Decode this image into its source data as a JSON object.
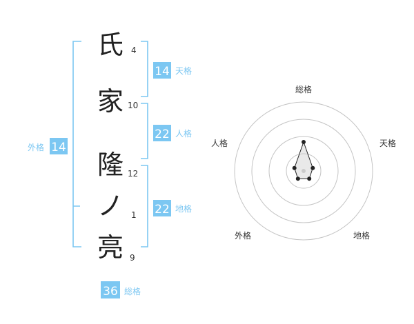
{
  "name": {
    "characters": [
      {
        "char": "氏",
        "strokes": "4"
      },
      {
        "char": "家",
        "strokes": "10"
      },
      {
        "char": "隆",
        "strokes": "12"
      },
      {
        "char": "ノ",
        "strokes": "1"
      },
      {
        "char": "亮",
        "strokes": "9"
      }
    ]
  },
  "fortunes": {
    "tenkaku": {
      "value": "14",
      "label": "天格"
    },
    "jinkaku": {
      "value": "22",
      "label": "人格"
    },
    "chikaku": {
      "value": "22",
      "label": "地格"
    },
    "gaikaku": {
      "value": "14",
      "label": "外格"
    },
    "soukaku": {
      "value": "36",
      "label": "総格"
    }
  },
  "colors": {
    "accent": "#7cc7f2",
    "ring": "#c4c4c4",
    "text": "#222222"
  },
  "radar": {
    "axes": [
      "総格",
      "天格",
      "地格",
      "外格",
      "人格"
    ],
    "levels": 4,
    "values": [
      0.42,
      0.14,
      0.14,
      0.14,
      0.14
    ]
  }
}
